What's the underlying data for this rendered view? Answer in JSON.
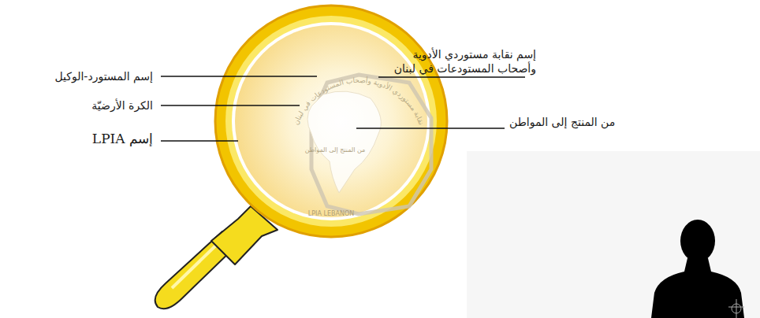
{
  "diagram": {
    "labels": [
      "إسم نقابة مستوردي الأدوية وأصحاب المستودعات في لبنان",
      "إسم المستورد-الوكيل",
      "الكرة الأرضيّة",
      "من المنتج إلى المواطن",
      "إسم LPIA",
      "نقابة مستوردي الأدوية وأصحاب المستودعات في لبنان",
      "من المنتج إلى المواطن",
      "LPIA LEBANON"
    ]
  }
}
